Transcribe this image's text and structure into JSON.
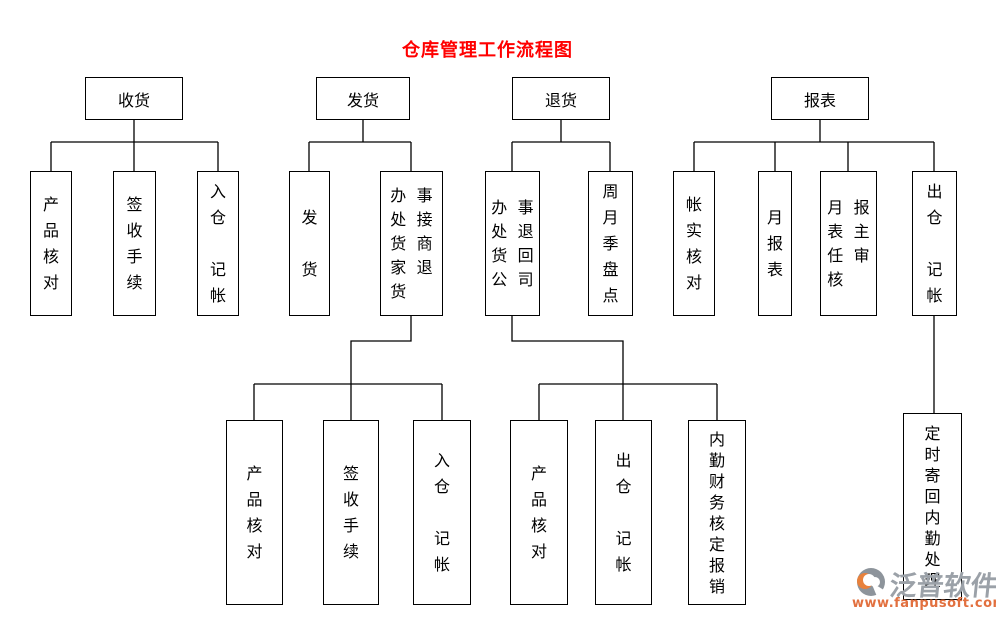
{
  "title": "仓库管理工作流程图",
  "colors": {
    "title": "#ff0000",
    "line": "#000000",
    "box_background": "#ffffff",
    "watermark_brand": "#9ba1a8",
    "watermark_url": "#e2703f",
    "watermark_logo_gray": "#8d949b",
    "watermark_logo_orange": "#e8813c"
  },
  "nodes": {
    "receiving": {
      "label": "收货",
      "display": "收货"
    },
    "shipping": {
      "label": "发货",
      "display": "发货"
    },
    "returns": {
      "label": "退货",
      "display": "退货"
    },
    "reports": {
      "label": "报表",
      "display": "报表"
    },
    "recv_product_check": {
      "label": "产品核对",
      "display": "产\n品\n核\n对"
    },
    "recv_sign_procedure": {
      "label": "签收手续",
      "display": "签\n收\n手\n续"
    },
    "recv_warehouse_in": {
      "label": "入仓记帐",
      "display": "入\n仓\n\n记\n帐"
    },
    "ship_dispatch": {
      "label": "发货",
      "display": "发\n\n货"
    },
    "ship_office_receive": {
      "label": "办事处接货商家退货",
      "display": "办事\n处接\n货商\n家退\n货"
    },
    "ret_office_return": {
      "label": "办事处退货回公司",
      "display": "办事\n处退\n货回\n公司"
    },
    "ret_inventory_count": {
      "label": "周月季盘点",
      "display": "周\n月\n季\n盘\n点"
    },
    "rep_account_check": {
      "label": "帐实核对",
      "display": "帐\n实\n核\n对"
    },
    "rep_monthly_report": {
      "label": "月报表",
      "display": "月\n报\n表"
    },
    "rep_supervisor_review": {
      "label": "月报表主任审核",
      "display": "月报\n表主\n任审\n核"
    },
    "rep_warehouse_out": {
      "label": "出仓记帐",
      "display": "出\n仓\n\n记\n帐"
    },
    "ship_product_check": {
      "label": "产品核对",
      "display": "产\n品\n核\n对"
    },
    "ship_sign_procedure": {
      "label": "签收手续",
      "display": "签\n收\n手\n续"
    },
    "ship_warehouse_in": {
      "label": "入仓记帐",
      "display": "入\n仓\n\n记\n帐"
    },
    "ret_product_check": {
      "label": "产品核对",
      "display": "产\n品\n核\n对"
    },
    "ret_warehouse_out": {
      "label": "出仓记帐",
      "display": "出\n仓\n\n记\n帐"
    },
    "ret_finance_approve": {
      "label": "内勤财务核定报销",
      "display": "内\n勤\n财\n务\n核\n定\n报\n销"
    },
    "rep_mail_back": {
      "label": "定时寄回内勤处理",
      "display": "定\n时\n寄\n回\n内\n勤\n处\n理"
    }
  },
  "edges": [
    [
      "receiving",
      "recv_product_check"
    ],
    [
      "receiving",
      "recv_sign_procedure"
    ],
    [
      "receiving",
      "recv_warehouse_in"
    ],
    [
      "shipping",
      "ship_dispatch"
    ],
    [
      "shipping",
      "ship_office_receive"
    ],
    [
      "returns",
      "ret_office_return"
    ],
    [
      "returns",
      "ret_inventory_count"
    ],
    [
      "reports",
      "rep_account_check"
    ],
    [
      "reports",
      "rep_monthly_report"
    ],
    [
      "reports",
      "rep_supervisor_review"
    ],
    [
      "reports",
      "rep_warehouse_out"
    ],
    [
      "ship_office_receive",
      "ship_product_check"
    ],
    [
      "ship_office_receive",
      "ship_sign_procedure"
    ],
    [
      "ship_office_receive",
      "ship_warehouse_in"
    ],
    [
      "ret_office_return",
      "ret_product_check"
    ],
    [
      "ret_office_return",
      "ret_warehouse_out"
    ],
    [
      "ret_office_return",
      "ret_finance_approve"
    ],
    [
      "rep_warehouse_out",
      "rep_mail_back"
    ]
  ],
  "watermark": {
    "brand": "泛普软件",
    "url": "www.fanpusoft.com"
  }
}
